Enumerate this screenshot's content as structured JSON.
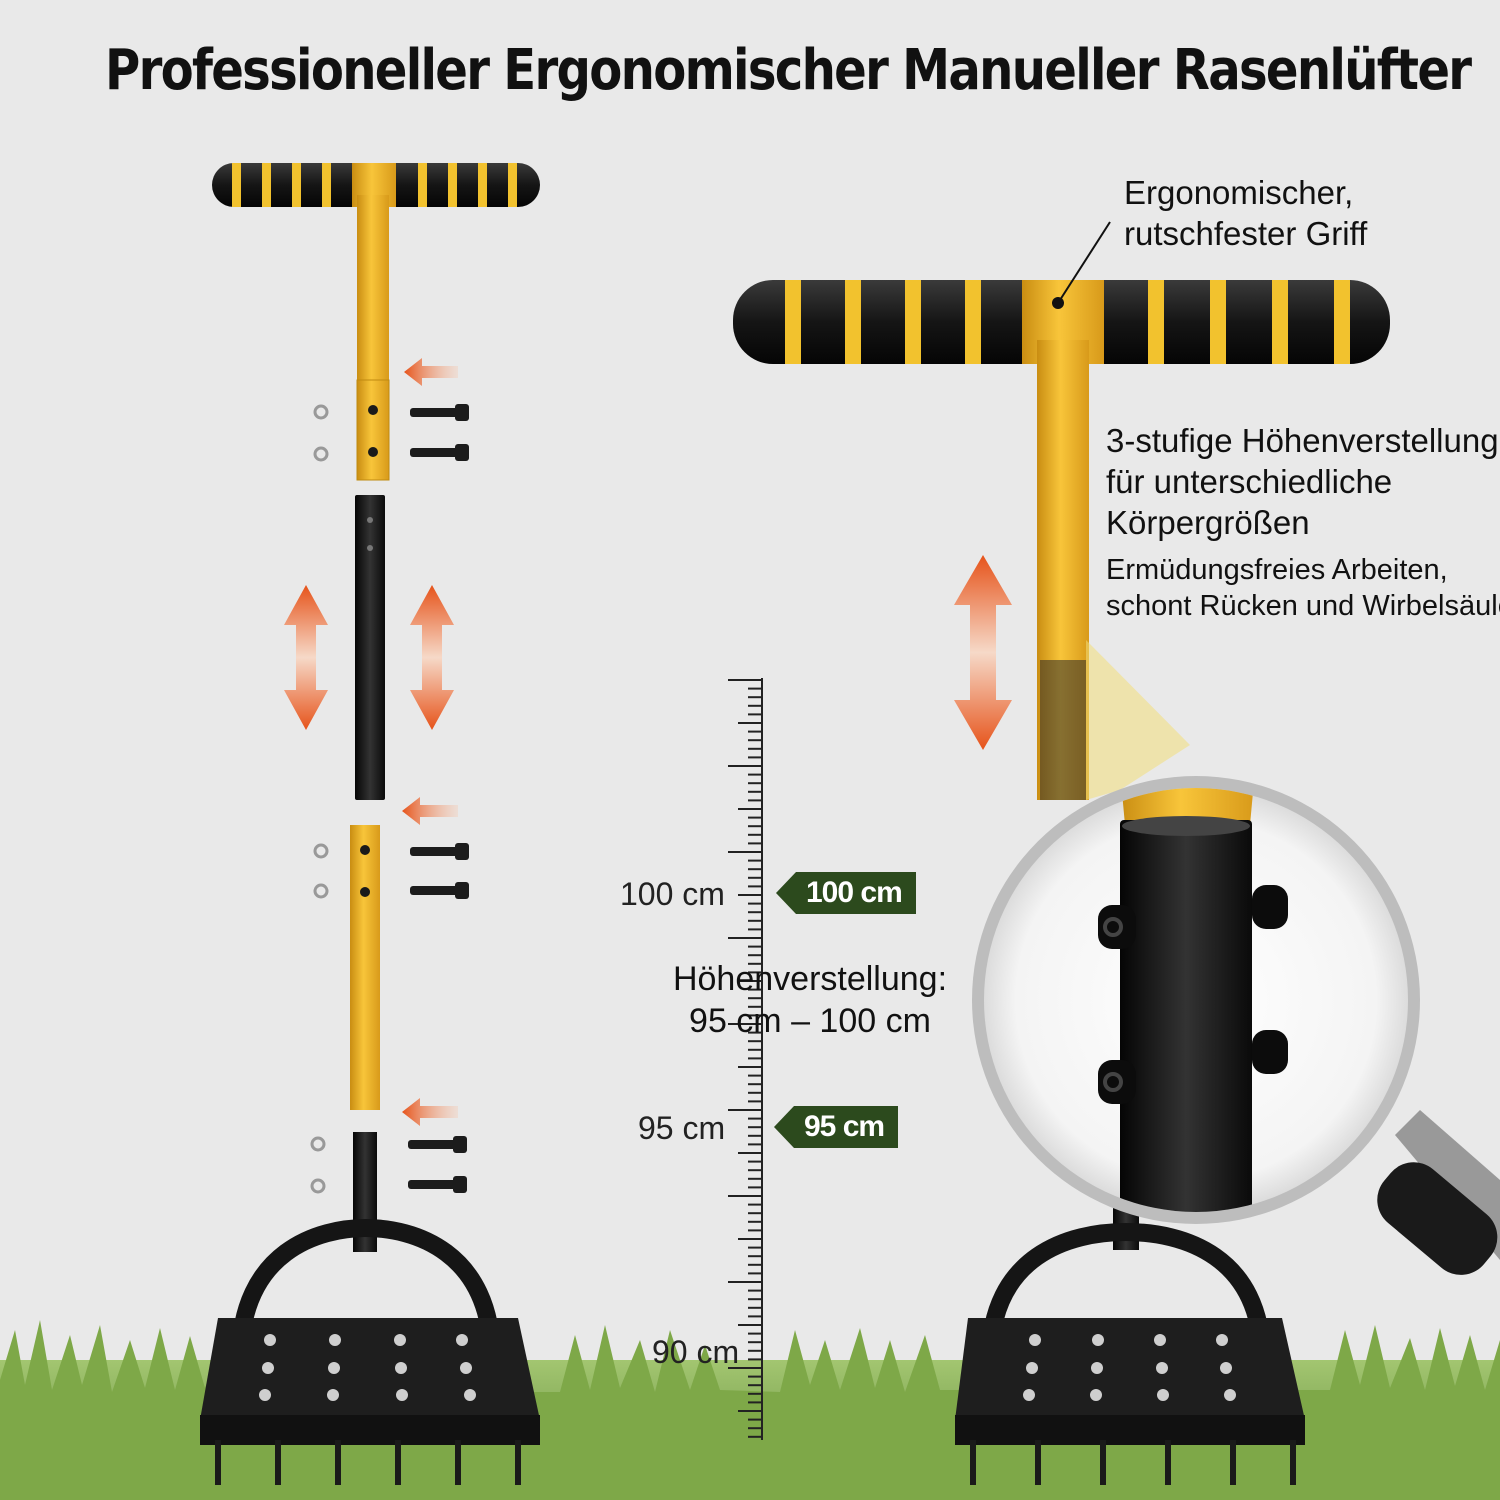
{
  "title": "Professioneller Ergonomischer Manueller Rasenlüfter",
  "callouts": {
    "grip_line1": "Ergonomischer,",
    "grip_line2": "rutschfester Griff",
    "height_line1": "3-stufige Höhenverstellung",
    "height_line2": "für unterschiedliche",
    "height_line3": "Körpergrößen",
    "fatigue_line1": "Ermüdungsfreies Arbeiten,",
    "fatigue_line2": "schont Rücken und Wirbelsäule"
  },
  "ruler": {
    "label_100": "100 cm",
    "label_95": "95 cm",
    "label_90": "90 cm",
    "tag_100": "100 cm",
    "tag_95": "95 cm"
  },
  "adjustment": {
    "line1": "Höhenverstellung:",
    "line2": "95 cm – 100 cm"
  },
  "colors": {
    "background": "#e9e9e9",
    "pole_yellow": "#f2b62a",
    "grip_black": "#1b1b1b",
    "arrow_orange": "#e85a17",
    "tag_green": "#2c4a1d",
    "grass": "#6f9c3a"
  }
}
